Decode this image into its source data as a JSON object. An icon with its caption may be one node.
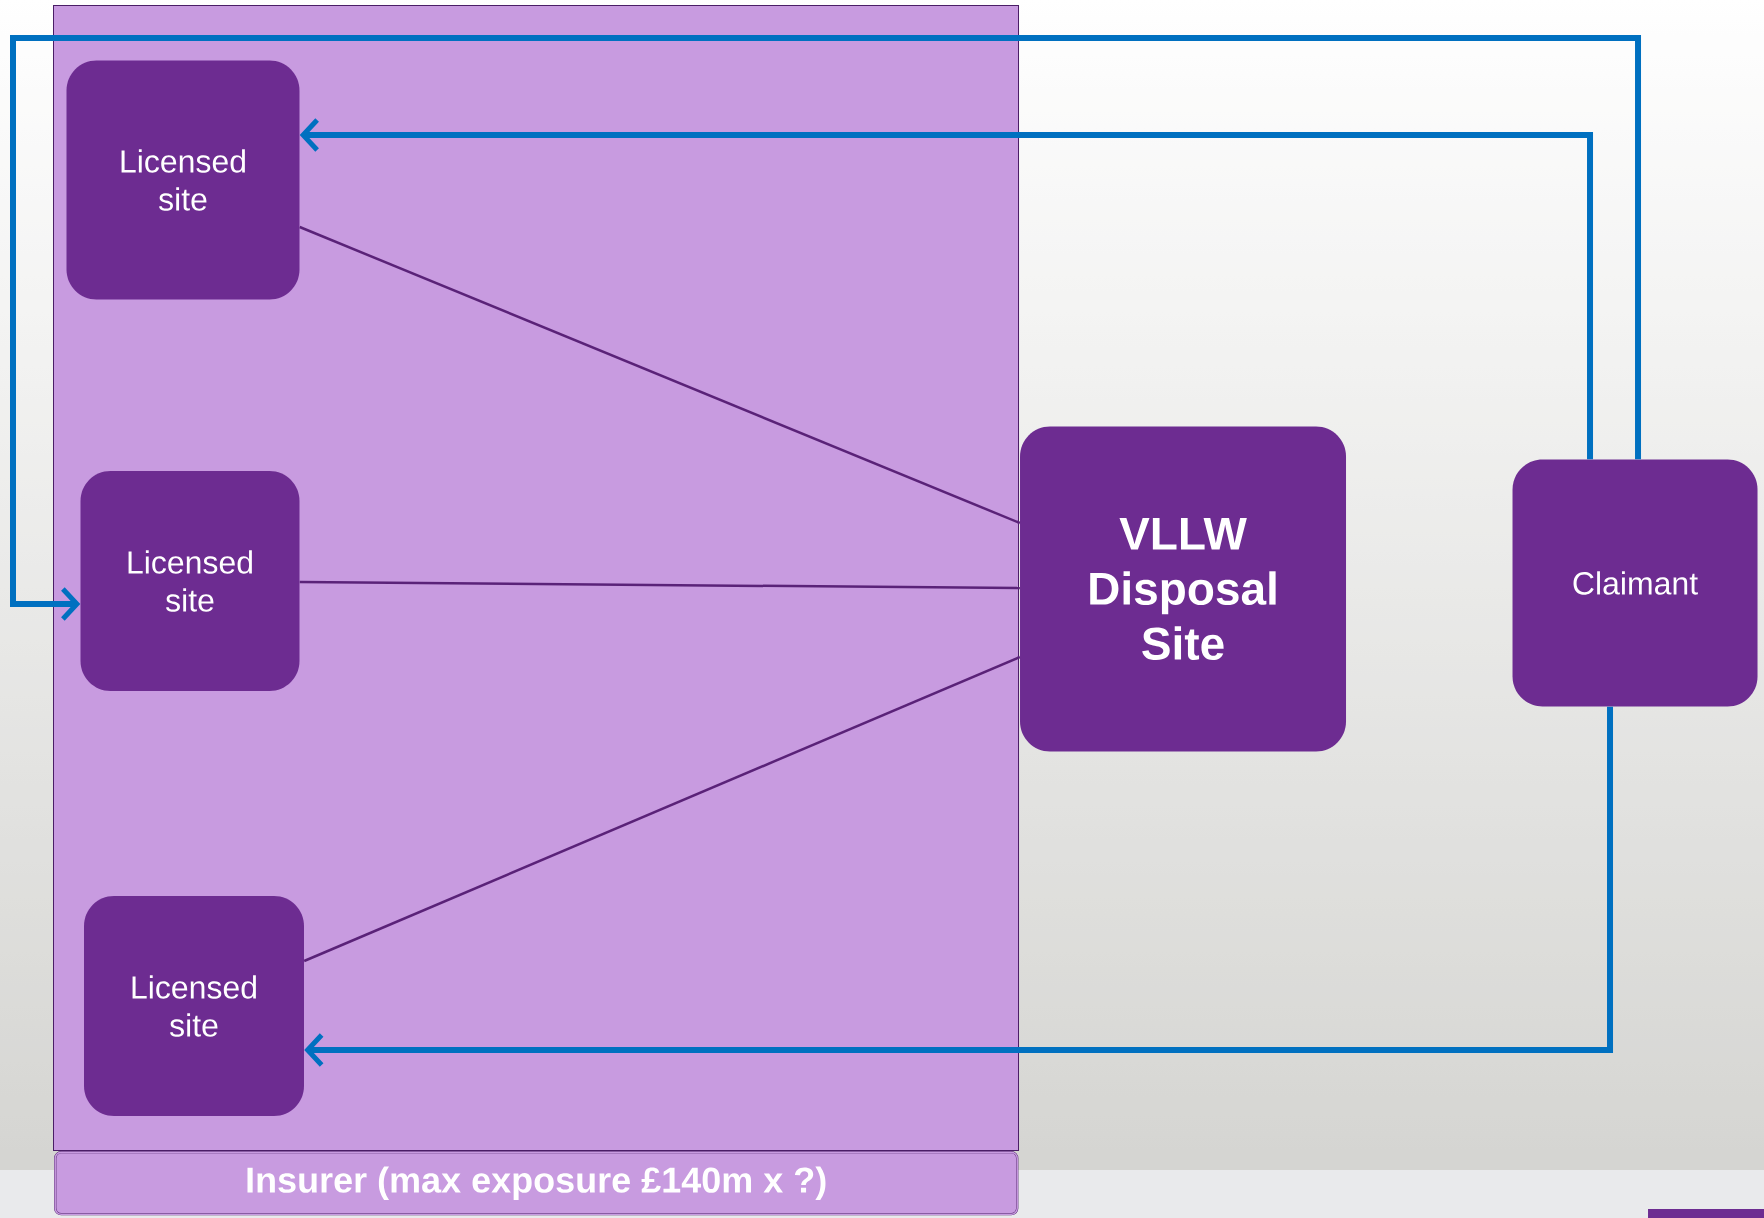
{
  "diagram": {
    "nodes": [
      {
        "text": [
          "Insurer (max exposure £140m x ?)"
        ]
      },
      {
        "text": [
          "Licensed site"
        ],
        "in": 0
      },
      {
        "text": [
          "Licensed site"
        ],
        "in": 0
      },
      {
        "text": [
          "Licensed site"
        ],
        "in": 0
      },
      {
        "text": [
          "VLLW Disposal Site"
        ]
      },
      {
        "text": [
          "Claimant"
        ]
      }
    ],
    "edges": [
      {
        "from": 1,
        "to": 4,
        "arrow": "none",
        "color": "#5a2278"
      },
      {
        "from": 2,
        "to": 4,
        "arrow": "none",
        "color": "#5a2278"
      },
      {
        "from": 3,
        "to": 4,
        "arrow": "none",
        "color": "#5a2278"
      },
      {
        "from": 5,
        "to": 1,
        "arrow": "to",
        "style": "thick",
        "color": "#0070c0"
      },
      {
        "from": 5,
        "to": 2,
        "arrow": "to",
        "style": "thick",
        "color": "#0070c0"
      },
      {
        "from": 5,
        "to": 3,
        "arrow": "to",
        "style": "thick",
        "color": "#0070c0"
      }
    ]
  }
}
